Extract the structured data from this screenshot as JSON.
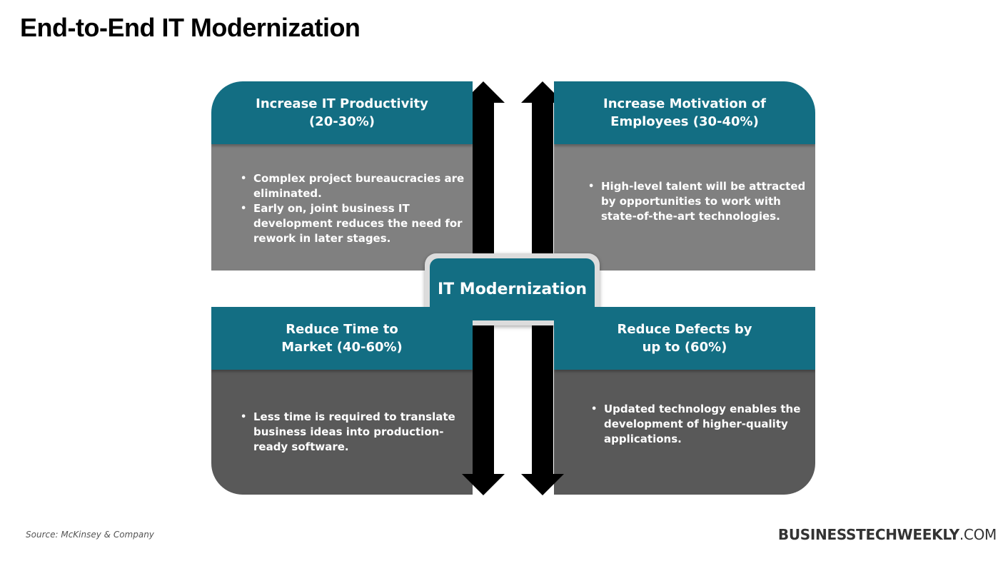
{
  "title": "End-to-End IT Modernization",
  "colors": {
    "header_teal": "#136e83",
    "center_teal": "#136e83",
    "body_light_gray": "#808080",
    "body_dark_gray": "#595959",
    "arrow": "#000000"
  },
  "quadrants": {
    "top_left": {
      "heading": "Increase IT Productivity\n(20-30%)",
      "bullets": [
        "Complex project bureaucracies are eliminated.",
        "Early on, joint business IT development reduces the need for rework in later stages."
      ]
    },
    "top_right": {
      "heading": "Increase Motivation of\nEmployees (30-40%)",
      "bullets": [
        "High-level talent will be attracted by opportunities to work with state-of-the-art technologies."
      ]
    },
    "bottom_left": {
      "heading": "Reduce Time to\nMarket (40-60%)",
      "bullets": [
        "Less time is required to translate business ideas into production-ready software."
      ]
    },
    "bottom_right": {
      "heading": "Reduce Defects by\nup to (60%)",
      "bullets": [
        "Updated technology enables the development of higher-quality applications."
      ]
    }
  },
  "center": {
    "label": "IT Modernization"
  },
  "footer": {
    "source": "Source: McKinsey & Company",
    "brand_bold": "BUSINESSTECHWEEKLY",
    "brand_suffix": ".COM"
  }
}
